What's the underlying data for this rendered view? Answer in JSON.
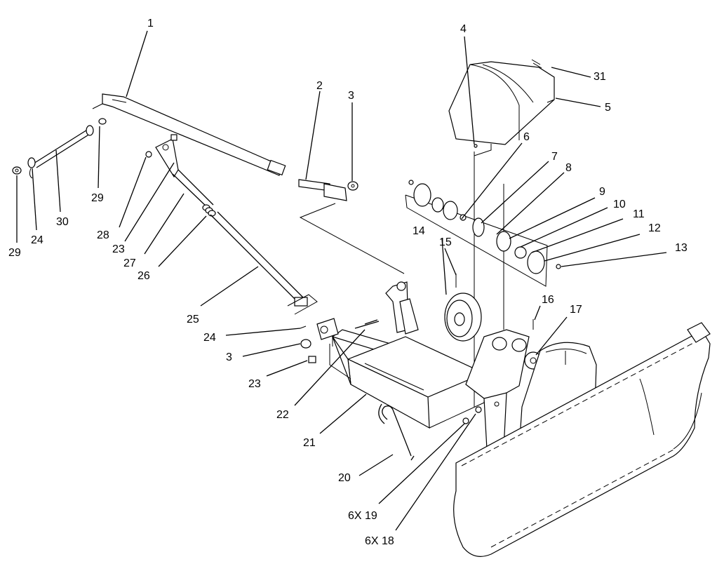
{
  "diagram": {
    "labels": [
      "1",
      "2",
      "3",
      "4",
      "31",
      "5",
      "6",
      "7",
      "8",
      "9",
      "10",
      "11",
      "12",
      "13",
      "14",
      "15",
      "16",
      "17",
      "29",
      "24",
      "30",
      "29",
      "28",
      "23",
      "27",
      "26",
      "25",
      "24",
      "3",
      "23",
      "22",
      "21",
      "20",
      "6X 19",
      "6X 18"
    ]
  }
}
